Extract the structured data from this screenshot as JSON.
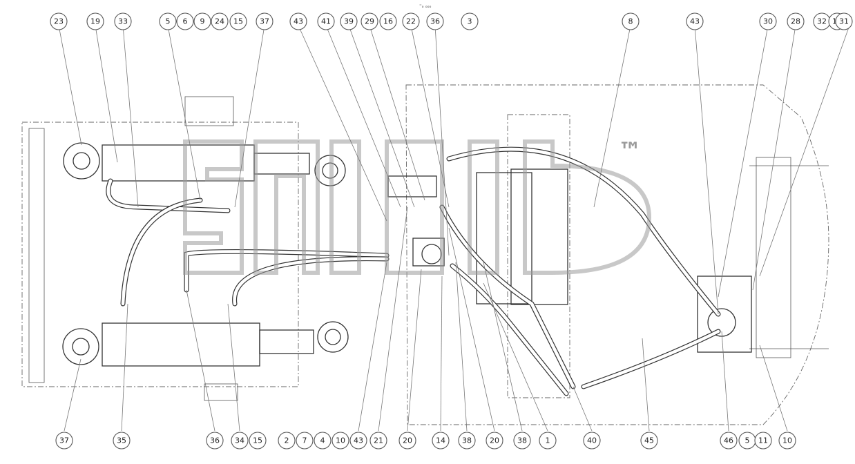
{
  "header": {
    "mark": "⁼ₒ ₒₒₒ"
  },
  "watermark": {
    "text": "™"
  },
  "callouts_top": [
    "23",
    "19",
    "33",
    "5",
    "6",
    "9",
    "24",
    "15",
    "37",
    "43",
    "41",
    "39",
    "29",
    "16",
    "22",
    "36",
    "3",
    "8",
    "43",
    "30",
    "28",
    "32",
    "17",
    "31"
  ],
  "callouts_bottom": [
    "37",
    "35",
    "36",
    "34",
    "15",
    "2",
    "7",
    "4",
    "10",
    "43",
    "21",
    "20",
    "14",
    "38",
    "20",
    "38",
    "1",
    "40",
    "45",
    "46",
    "5",
    "11",
    "10"
  ],
  "colors": {
    "line": "#333333",
    "watermark": "#9a9a9a",
    "background": "#ffffff"
  }
}
